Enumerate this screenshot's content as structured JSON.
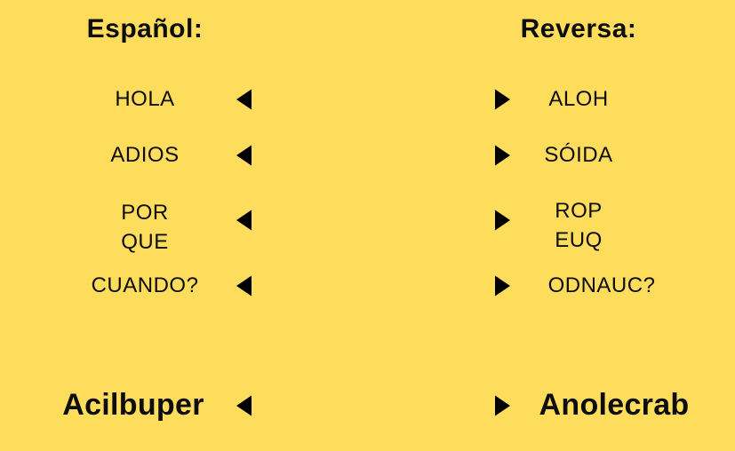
{
  "canvas": {
    "background_color": "#ffdd5c",
    "text_color": "#0d0d0d"
  },
  "headers": {
    "left": "Español:",
    "right": "Reversa:"
  },
  "pairs": [
    {
      "left": "HOLA",
      "right": "ALOH"
    },
    {
      "left": "ADIOS",
      "right": "SÓIDA"
    },
    {
      "left_lines": [
        "POR",
        "QUE"
      ],
      "right_lines": [
        "ROP",
        "EUQ"
      ]
    },
    {
      "left": "CUANDO?",
      "right": "ODNAUC?"
    }
  ],
  "footer_pair": {
    "left": "Acilbuper",
    "right": "Anolecrab"
  },
  "icons": {
    "arrow": "double-headed-arrow"
  }
}
